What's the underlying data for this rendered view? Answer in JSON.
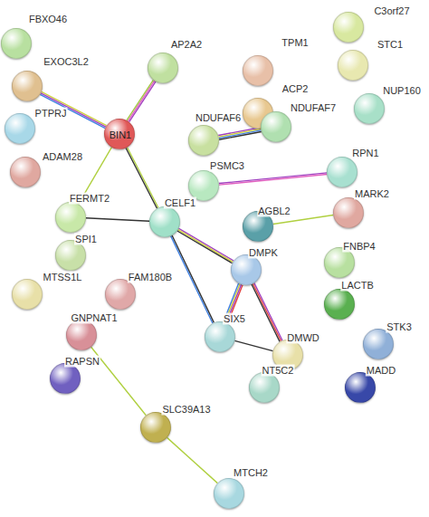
{
  "diagram": {
    "nodes": [
      {
        "text": [
          "FBXO46"
        ]
      },
      {
        "text": [
          "EXOC3L2"
        ]
      },
      {
        "text": [
          "PTPRJ"
        ]
      },
      {
        "text": [
          "AP2A2"
        ]
      },
      {
        "text": [
          "BIN1"
        ]
      },
      {
        "text": [
          "ADAM28"
        ]
      },
      {
        "text": [
          "TPM1"
        ]
      },
      {
        "text": [
          "ACP2"
        ]
      },
      {
        "text": [
          "C3orf27"
        ]
      },
      {
        "text": [
          "STC1"
        ]
      },
      {
        "text": [
          "NUP160"
        ]
      },
      {
        "text": [
          "NDUFAF6"
        ]
      },
      {
        "text": [
          "NDUFAF7"
        ]
      },
      {
        "text": [
          "PSMC3"
        ]
      },
      {
        "text": [
          "RPN1"
        ]
      },
      {
        "text": [
          "FERMT2"
        ]
      },
      {
        "text": [
          "CELF1"
        ]
      },
      {
        "text": [
          "AGBL2"
        ]
      },
      {
        "text": [
          "MARK2"
        ]
      },
      {
        "text": [
          "SPI1"
        ]
      },
      {
        "text": [
          "DMPK"
        ]
      },
      {
        "text": [
          "FNBP4"
        ]
      },
      {
        "text": [
          "MTSS1L"
        ]
      },
      {
        "text": [
          "FAM180B"
        ]
      },
      {
        "text": [
          "LACTB"
        ]
      },
      {
        "text": [
          "GNPNAT1"
        ]
      },
      {
        "text": [
          "SIX5"
        ]
      },
      {
        "text": [
          "DMWD"
        ]
      },
      {
        "text": [
          "NT5C2"
        ]
      },
      {
        "text": [
          "RAPSN"
        ]
      },
      {
        "text": [
          "STK3"
        ]
      },
      {
        "text": [
          "MADD"
        ]
      },
      {
        "text": [
          "SLC39A13"
        ]
      },
      {
        "text": [
          "MTCH2"
        ]
      }
    ],
    "edges": [
      {
        "from": 1,
        "to": 4,
        "arrow": "none"
      },
      {
        "from": 3,
        "to": 4,
        "arrow": "none"
      },
      {
        "from": 4,
        "to": 15,
        "arrow": "none"
      },
      {
        "from": 4,
        "to": 16,
        "arrow": "none"
      },
      {
        "from": 15,
        "to": 16,
        "arrow": "none"
      },
      {
        "from": 16,
        "to": 20,
        "arrow": "none"
      },
      {
        "from": 16,
        "to": 26,
        "arrow": "none"
      },
      {
        "from": 20,
        "to": 26,
        "arrow": "none"
      },
      {
        "from": 20,
        "to": 27,
        "arrow": "none"
      },
      {
        "from": 26,
        "to": 27,
        "arrow": "none"
      },
      {
        "from": 11,
        "to": 12,
        "arrow": "none"
      },
      {
        "from": 13,
        "to": 14,
        "arrow": "none"
      },
      {
        "from": 17,
        "to": 18,
        "arrow": "none"
      },
      {
        "from": 25,
        "to": 32,
        "arrow": "none"
      },
      {
        "from": 32,
        "to": 33,
        "arrow": "none"
      }
    ]
  }
}
